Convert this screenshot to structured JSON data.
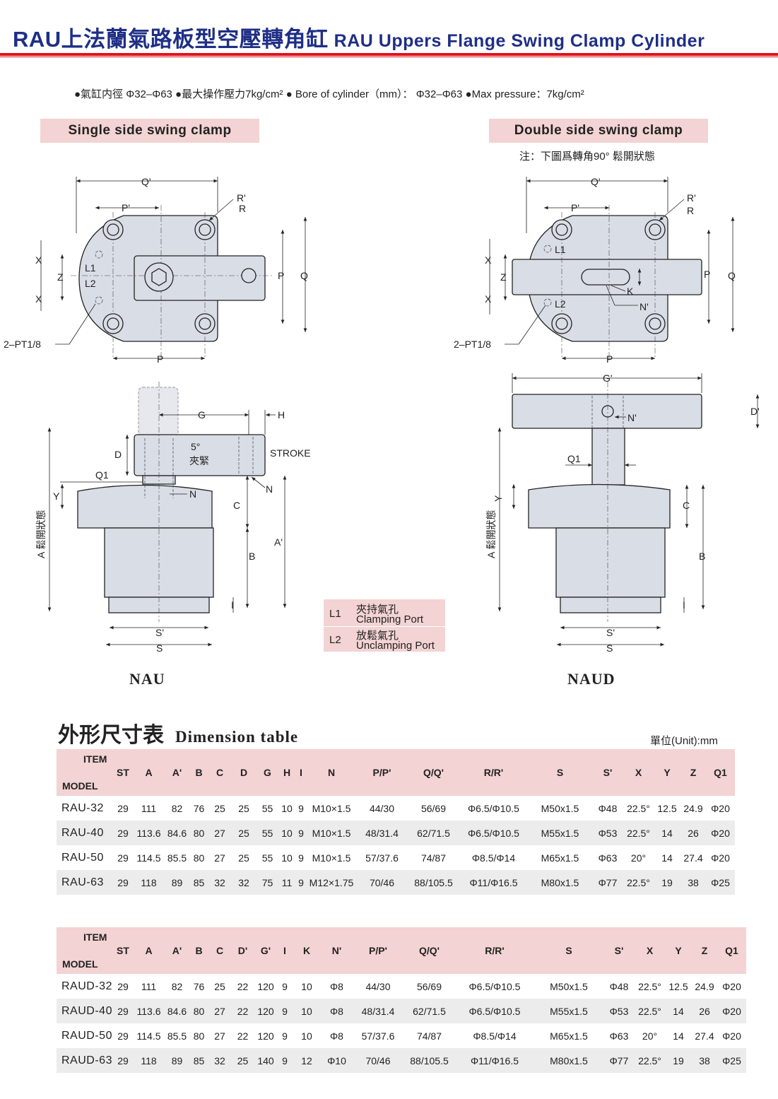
{
  "header": {
    "title_zh": "RAU上法蘭氣路板型空壓轉角缸",
    "title_en": "RAU Uppers Flange Swing Clamp Cylinder"
  },
  "specs": "●氣缸内徑 Φ32–Φ63 ●最大操作壓力7kg/cm² ● Bore of cylinder（mm）： Φ32–Φ63 ●Max pressure：7kg/cm²",
  "single": {
    "heading": "Single side swing clamp",
    "caption": "NAU"
  },
  "double": {
    "heading": "Double side swing clamp",
    "note": "注：下圖爲轉角90° 鬆開狀態",
    "caption": "NAUD"
  },
  "labels": {
    "Q_p": "Q'",
    "P_p": "P'",
    "R_p": "R'",
    "R": "R",
    "X": "X",
    "Z": "Z",
    "L1": "L1",
    "L2": "L2",
    "P": "P",
    "Q": "Q",
    "pt": "2–PT1/8",
    "G": "G",
    "H": "H",
    "D": "D",
    "deg": "5°",
    "clamp": "夾緊",
    "stroke": "STROKE",
    "Q1": "Q1",
    "N": "N",
    "Y": "Y",
    "C": "C",
    "A_p": "A'",
    "B": "B",
    "I": "I",
    "A_open": "A 鬆開狀態",
    "S_p": "S'",
    "S": "S",
    "K": "K",
    "N_p": "N'",
    "G_p": "G'",
    "D_p": "D'"
  },
  "legend": [
    {
      "code": "L1",
      "zh": "夾持氣孔",
      "en": "Clamping Port"
    },
    {
      "code": "L2",
      "zh": "放鬆氣孔",
      "en": "Unclamping Port"
    }
  ],
  "dimension": {
    "title_zh": "外形尺寸表",
    "title_en": "Dimension table",
    "unit": "單位(Unit):mm"
  },
  "table1": {
    "item": "ITEM",
    "model": "MODEL",
    "columns": [
      "ST",
      "A",
      "A'",
      "B",
      "C",
      "D",
      "G",
      "H",
      "I",
      "N",
      "P/P'",
      "Q/Q'",
      "R/R'",
      "S",
      "S'",
      "X",
      "Y",
      "Z",
      "Q1"
    ],
    "rows": [
      [
        "RAU-32",
        "29",
        "111",
        "82",
        "76",
        "25",
        "25",
        "55",
        "10",
        "9",
        "M10×1.5",
        "44/30",
        "56/69",
        "Φ6.5/Φ10.5",
        "M50x1.5",
        "Φ48",
        "22.5°",
        "12.5",
        "24.9",
        "Φ20"
      ],
      [
        "RAU-40",
        "29",
        "113.6",
        "84.6",
        "80",
        "27",
        "25",
        "55",
        "10",
        "9",
        "M10×1.5",
        "48/31.4",
        "62/71.5",
        "Φ6.5/Φ10.5",
        "M55x1.5",
        "Φ53",
        "22.5°",
        "14",
        "26",
        "Φ20"
      ],
      [
        "RAU-50",
        "29",
        "114.5",
        "85.5",
        "80",
        "27",
        "25",
        "55",
        "10",
        "9",
        "M10×1.5",
        "57/37.6",
        "74/87",
        "Φ8.5/Φ14",
        "M65x1.5",
        "Φ63",
        "20°",
        "14",
        "27.4",
        "Φ20"
      ],
      [
        "RAU-63",
        "29",
        "118",
        "89",
        "85",
        "32",
        "32",
        "75",
        "11",
        "9",
        "M12×1.75",
        "70/46",
        "88/105.5",
        "Φ11/Φ16.5",
        "M80x1.5",
        "Φ77",
        "22.5°",
        "19",
        "38",
        "Φ25"
      ]
    ]
  },
  "table2": {
    "item": "ITEM",
    "model": "MODEL",
    "columns": [
      "ST",
      "A",
      "A'",
      "B",
      "C",
      "D'",
      "G'",
      "I",
      "K",
      "N'",
      "P/P'",
      "Q/Q'",
      "R/R'",
      "S",
      "S'",
      "X",
      "Y",
      "Z",
      "Q1"
    ],
    "rows": [
      [
        "RAUD-32",
        "29",
        "111",
        "82",
        "76",
        "25",
        "22",
        "120",
        "9",
        "10",
        "Φ8",
        "44/30",
        "56/69",
        "Φ6.5/Φ10.5",
        "M50x1.5",
        "Φ48",
        "22.5°",
        "12.5",
        "24.9",
        "Φ20"
      ],
      [
        "RAUD-40",
        "29",
        "113.6",
        "84.6",
        "80",
        "27",
        "22",
        "120",
        "9",
        "10",
        "Φ8",
        "48/31.4",
        "62/71.5",
        "Φ6.5/Φ10.5",
        "M55x1.5",
        "Φ53",
        "22.5°",
        "14",
        "26",
        "Φ20"
      ],
      [
        "RAUD-50",
        "29",
        "114.5",
        "85.5",
        "80",
        "27",
        "22",
        "120",
        "9",
        "10",
        "Φ8",
        "57/37.6",
        "74/87",
        "Φ8.5/Φ14",
        "M65x1.5",
        "Φ63",
        "20°",
        "14",
        "27.4",
        "Φ20"
      ],
      [
        "RAUD-63",
        "29",
        "118",
        "89",
        "85",
        "32",
        "25",
        "140",
        "9",
        "12",
        "Φ10",
        "70/46",
        "88/105.5",
        "Φ11/Φ16.5",
        "M80x1.5",
        "Φ77",
        "22.5°",
        "19",
        "38",
        "Φ25"
      ]
    ]
  }
}
